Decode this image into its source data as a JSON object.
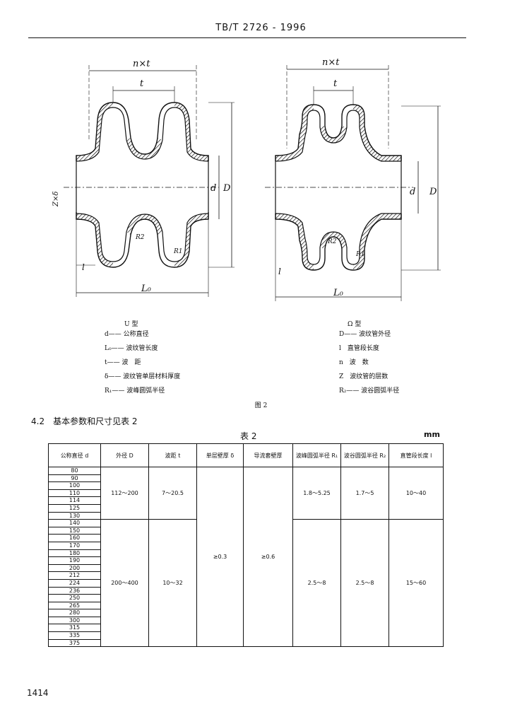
{
  "header": {
    "standard_no": "TB/T 2726 - 1996"
  },
  "figure": {
    "left": {
      "top_dim_outer": "n×t",
      "top_dim_inner": "t",
      "d_label": "d",
      "D_label": "D",
      "z_label": "Z×δ",
      "l_label": "l",
      "L0_label": "L₀",
      "R1_label": "R1",
      "R2_label": "R2"
    },
    "right": {
      "top_dim_outer": "n×t",
      "top_dim_inner": "t",
      "d_label": "d",
      "D_label": "D",
      "l_label": "l",
      "L0_label": "L₀",
      "R1_label": "R1",
      "R2_label": "R2"
    },
    "caption_left": "U 型",
    "caption_right": "Ω 型",
    "legend_left": [
      "d—— 公称直径",
      "L₀—— 波纹管长度",
      "t—— 波　距",
      "δ—— 波纹管单层材料厚度",
      "R₁—— 波峰圆弧半径"
    ],
    "legend_right": [
      "D—— 波纹管外径",
      "l　直管段长度",
      "n　波　数",
      "Z　波纹管的层数",
      "R₂—— 波谷圆弧半径"
    ],
    "number": "图 2"
  },
  "section": {
    "text": "4.2　基本参数和尺寸见表 2"
  },
  "table": {
    "title": "表 2",
    "unit": "mm",
    "headers": [
      "公称直径 d",
      "外径 D",
      "波距 t",
      "单层壁厚 δ",
      "导流套壁厚",
      "波峰圆弧半径 R₁",
      "波谷圆弧半径 R₂",
      "直管段长度 l"
    ],
    "dn_group1": [
      "80",
      "90",
      "100",
      "110",
      "114",
      "125",
      "130"
    ],
    "dn_group2": [
      "140",
      "150",
      "160",
      "170",
      "180",
      "190",
      "200",
      "212",
      "224",
      "236",
      "250",
      "265",
      "280",
      "300",
      "315",
      "335",
      "375"
    ],
    "group1": {
      "D": "112～200",
      "t": "7～20.5",
      "R1": "1.8～5.25",
      "R2": "1.7～5",
      "l": "10～40"
    },
    "group2": {
      "D": "200～400",
      "t": "10～32",
      "R1": "2.5～8",
      "R2": "2.5～8",
      "l": "15～60"
    },
    "delta": "≥0.3",
    "guide": "≥0.6"
  },
  "page_number": "1414"
}
